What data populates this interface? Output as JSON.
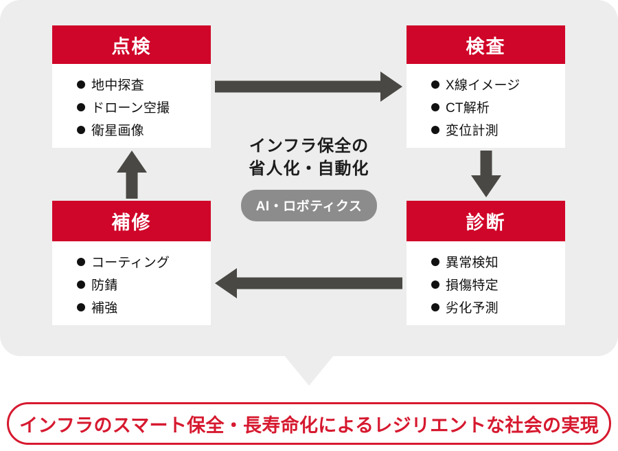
{
  "panel": {
    "background_color": "#ecedec"
  },
  "theme": {
    "red": "#cf0529",
    "banner_red": "#d6192f",
    "arrow_gray": "#4a4845",
    "pill_gray": "#8c8c8c",
    "panel_gray": "#ecedec"
  },
  "boxes": [
    {
      "id": "inspection",
      "title": "点検",
      "items": [
        "地中探査",
        "ドローン空撮",
        "衛星画像"
      ]
    },
    {
      "id": "examination",
      "title": "検査",
      "items": [
        "X線イメージ",
        "CT解析",
        "変位計測"
      ]
    },
    {
      "id": "diagnosis",
      "title": "診断",
      "items": [
        "異常検知",
        "損傷特定",
        "劣化予測"
      ]
    },
    {
      "id": "repair",
      "title": "補修",
      "items": [
        "コーティング",
        "防錆",
        "補強"
      ]
    }
  ],
  "arrows": [
    {
      "id": "inspection-to-examination",
      "direction": "right"
    },
    {
      "id": "examination-to-diagnosis",
      "direction": "down"
    },
    {
      "id": "diagnosis-to-repair",
      "direction": "left"
    },
    {
      "id": "repair-to-inspection",
      "direction": "up"
    }
  ],
  "center": {
    "line1": "インフラ保全の",
    "line2": "省人化・自動化",
    "pill": "AI・ロボティクス"
  },
  "banner": {
    "text": "インフラのスマート保全・長寿命化によるレジリエントな社会の実現"
  }
}
